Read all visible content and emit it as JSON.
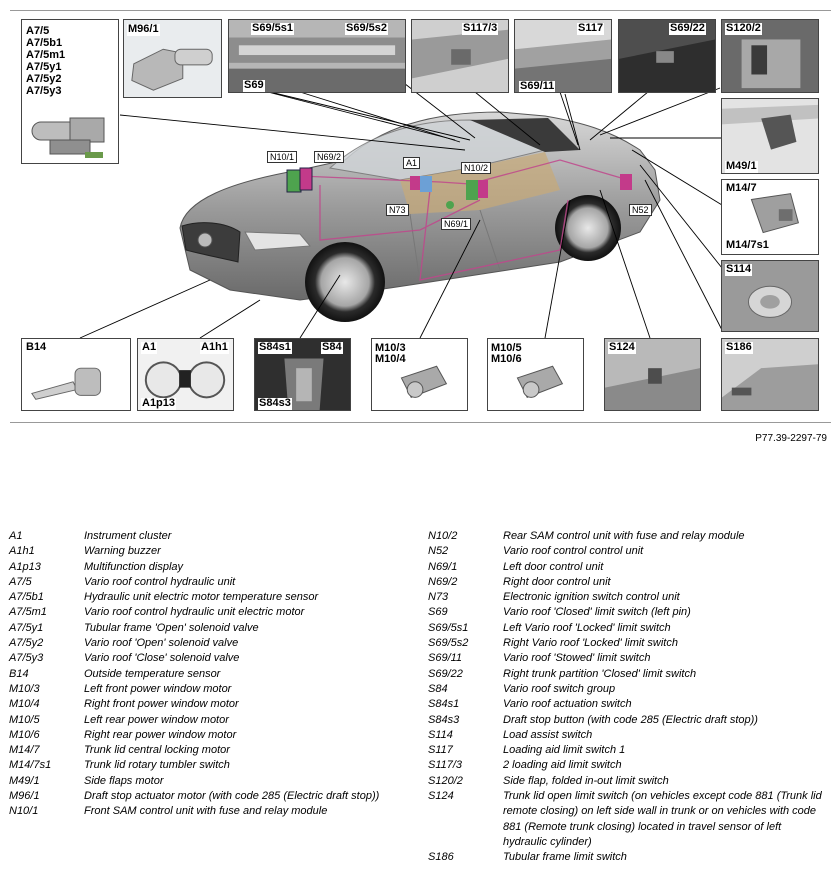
{
  "diagram": {
    "reference": "P77.39-2297-79",
    "boxes": {
      "a75": [
        "A7/5",
        "A7/5b1",
        "A7/5m1",
        "A7/5y1",
        "A7/5y2",
        "A7/5y3"
      ],
      "m961": "M96/1",
      "s695s1": "S69/5s1",
      "s695s2": "S69/5s2",
      "s69": "S69",
      "s1173": "S117/3",
      "s117": "S117",
      "s6911": "S69/11",
      "s6922": "S69/22",
      "s1202": "S120/2",
      "m491": "M49/1",
      "m147": "M14/7",
      "m147s1": "M14/7s1",
      "s114": "S114",
      "b14": "B14",
      "a1": "A1",
      "a1h1": "A1h1",
      "a1p13": "A1p13",
      "s84s1": "S84s1",
      "s84": "S84",
      "s84s3": "S84s3",
      "m103": "M10/3",
      "m104": "M10/4",
      "m105": "M10/5",
      "m106": "M10/6",
      "s124": "S124",
      "s186": "S186"
    },
    "car_labels": {
      "n101": "N10/1",
      "n692": "N69/2",
      "a1": "A1",
      "n102": "N10/2",
      "n73": "N73",
      "n691": "N69/1",
      "n52": "N52"
    }
  },
  "legend": {
    "left": [
      {
        "code": "A1",
        "desc": "Instrument cluster"
      },
      {
        "code": "A1h1",
        "desc": "Warning buzzer"
      },
      {
        "code": "A1p13",
        "desc": "Multifunction display"
      },
      {
        "code": "A7/5",
        "desc": "Vario roof control hydraulic unit"
      },
      {
        "code": "A7/5b1",
        "desc": "Hydraulic unit electric motor temperature sensor"
      },
      {
        "code": "A7/5m1",
        "desc": "Vario roof control hydraulic unit electric motor"
      },
      {
        "code": "A7/5y1",
        "desc": "Tubular frame 'Open' solenoid valve"
      },
      {
        "code": "A7/5y2",
        "desc": "Vario roof 'Open' solenoid valve"
      },
      {
        "code": "A7/5y3",
        "desc": "Vario roof 'Close' solenoid valve"
      },
      {
        "code": "B14",
        "desc": "Outside temperature sensor"
      },
      {
        "code": "M10/3",
        "desc": "Left front power window motor"
      },
      {
        "code": "M10/4",
        "desc": "Right front power window motor"
      },
      {
        "code": "M10/5",
        "desc": "Left rear power window motor"
      },
      {
        "code": "M10/6",
        "desc": "Right rear power window motor"
      },
      {
        "code": "M14/7",
        "desc": "Trunk lid central locking motor"
      },
      {
        "code": "M14/7s1",
        "desc": "Trunk lid rotary tumbler switch"
      },
      {
        "code": "M49/1",
        "desc": "Side flaps motor"
      },
      {
        "code": "M96/1",
        "desc": "Draft stop actuator motor (with code 285 (Electric draft stop))"
      },
      {
        "code": "",
        "desc": ""
      },
      {
        "code": "",
        "desc": ""
      },
      {
        "code": "N10/1",
        "desc": "Front SAM control unit with fuse and relay module"
      }
    ],
    "right": [
      {
        "code": "N10/2",
        "desc": "Rear SAM control unit with fuse and relay module"
      },
      {
        "code": "N52",
        "desc": "Vario roof control control unit"
      },
      {
        "code": "N69/1",
        "desc": "Left door control unit"
      },
      {
        "code": "N69/2",
        "desc": "Right door control unit"
      },
      {
        "code": "N73",
        "desc": "Electronic ignition switch control unit"
      },
      {
        "code": "S69",
        "desc": "Vario roof 'Closed' limit switch (left pin)"
      },
      {
        "code": "S69/5s1",
        "desc": "Left Vario roof 'Locked' limit switch"
      },
      {
        "code": "S69/5s2",
        "desc": "Right Vario roof 'Locked' limit switch"
      },
      {
        "code": "S69/11",
        "desc": "Vario roof 'Stowed' limit switch"
      },
      {
        "code": "S69/22",
        "desc": "Right trunk partition 'Closed' limit switch"
      },
      {
        "code": "S84",
        "desc": "Vario roof switch group"
      },
      {
        "code": "S84s1",
        "desc": "Vario roof actuation switch"
      },
      {
        "code": "S84s3",
        "desc": "Draft stop button (with code 285 (Electric draft stop))"
      },
      {
        "code": "S114",
        "desc": "Load assist switch"
      },
      {
        "code": "S117",
        "desc": "Loading aid limit switch 1"
      },
      {
        "code": "S117/3",
        "desc": "2 loading aid limit switch"
      },
      {
        "code": "S120/2",
        "desc": "Side flap, folded in-out limit switch"
      },
      {
        "code": "S124",
        "desc": "Trunk lid open limit switch (on vehicles except code 881 (Trunk lid remote closing) on left side wall in trunk or on vehicles with code 881 (Remote trunk closing) located in travel sensor of left hydraulic cylinder)"
      },
      {
        "code": "S186",
        "desc": "Tubular frame limit switch"
      }
    ]
  }
}
